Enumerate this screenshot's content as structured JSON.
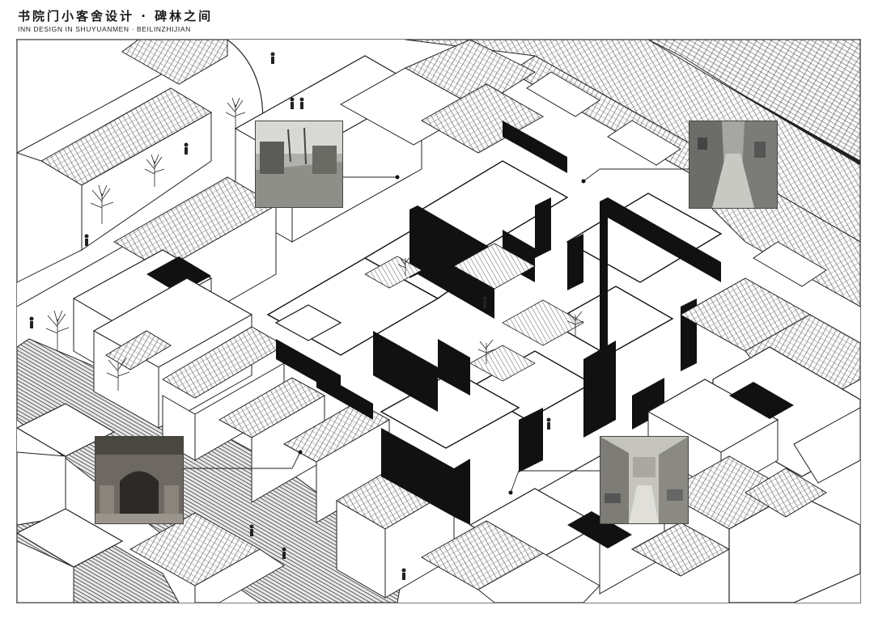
{
  "header": {
    "title_cn": "书院门小客舍设计 · 碑林之间",
    "title_en": "INN DESIGN IN SHUYUANMEN · BEILINZHIJIAN"
  },
  "drawing": {
    "type": "axonometric-site-drawing",
    "photos": [
      {
        "id": "street-photo-top-left",
        "tone": "#8a8a86"
      },
      {
        "id": "alley-photo-top-right",
        "tone": "#7d7e7a"
      },
      {
        "id": "gate-photo-bottom-left",
        "tone": "#5e5a54"
      },
      {
        "id": "market-photo-bottom-right",
        "tone": "#8c8b85"
      }
    ],
    "colors": {
      "ink": "#111111",
      "paper": "#ffffff",
      "roof_hatch": "#555555"
    }
  }
}
